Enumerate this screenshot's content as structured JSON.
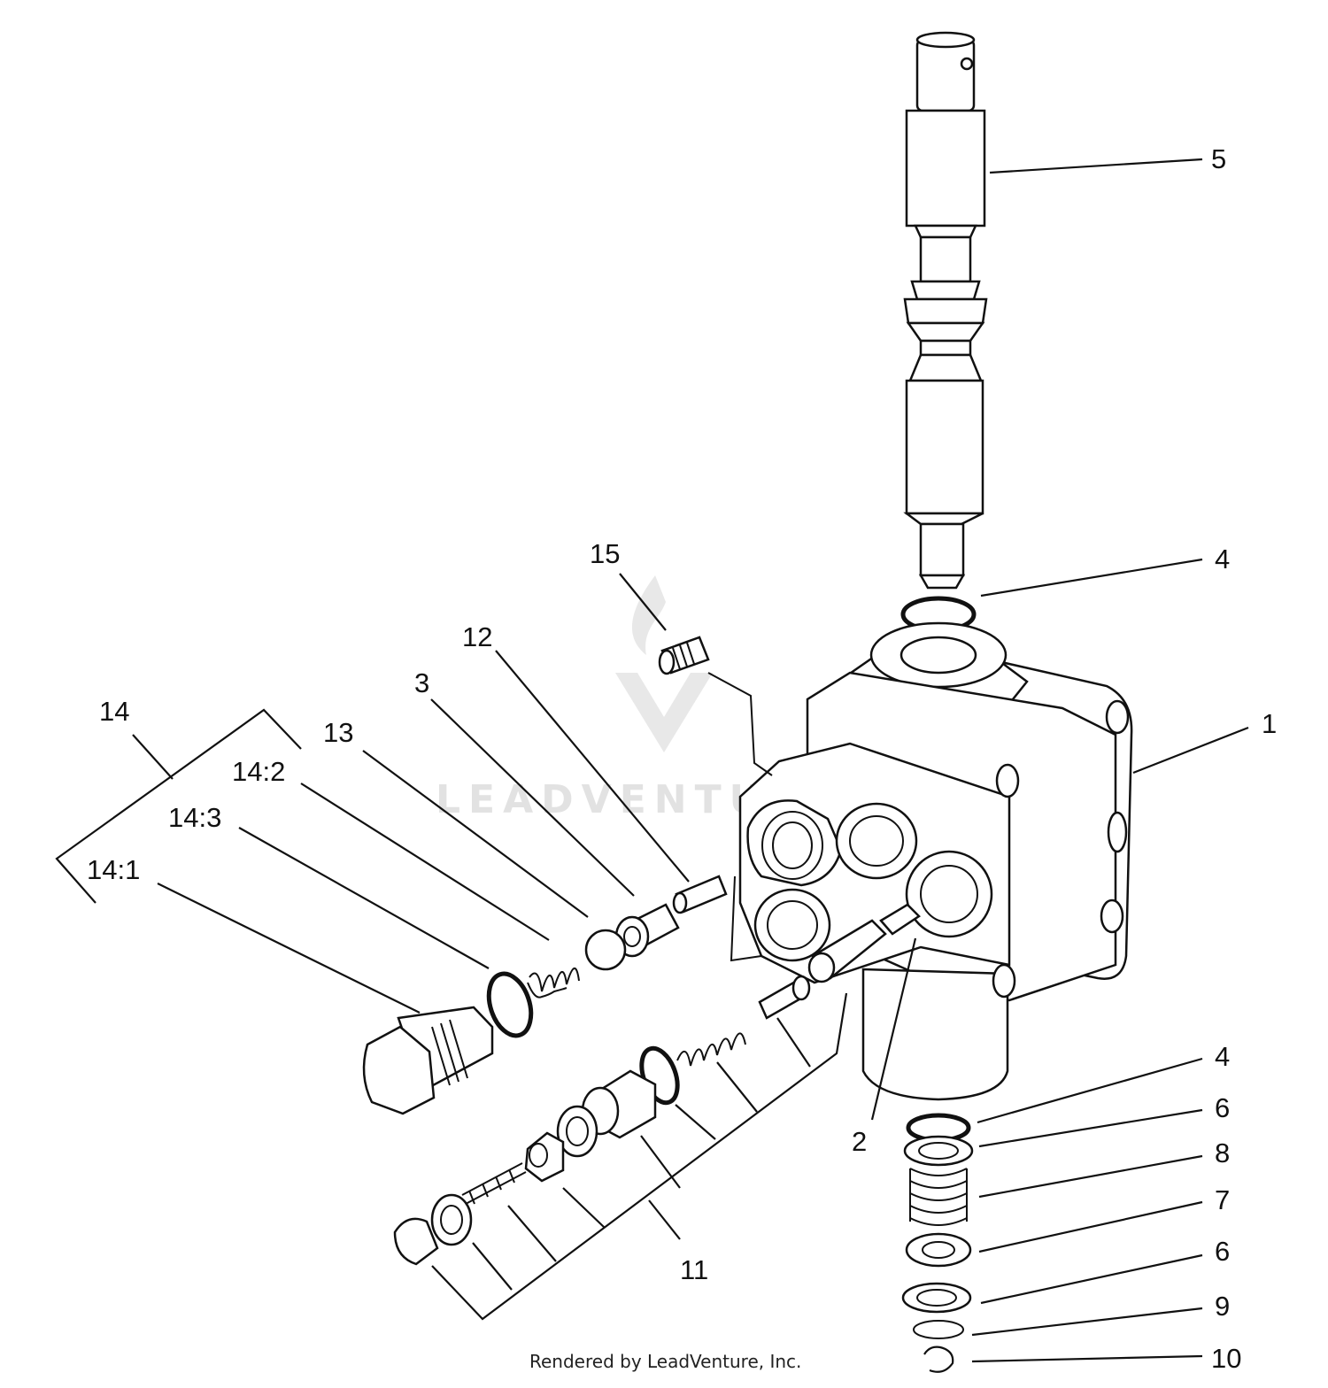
{
  "diagram": {
    "watermark_text": "LEADVENTURE",
    "footer": "Rendered by LeadVenture, Inc.",
    "callouts": {
      "c1": "1",
      "c2": "2",
      "c3": "3",
      "c4a": "4",
      "c4b": "4",
      "c5": "5",
      "c6a": "6",
      "c6b": "6",
      "c7": "7",
      "c8": "8",
      "c9": "9",
      "c10": "10",
      "c11": "11",
      "c12": "12",
      "c13": "13",
      "c14": "14",
      "c14_1": "14:1",
      "c14_2": "14:2",
      "c14_3": "14:3",
      "c15": "15"
    }
  }
}
